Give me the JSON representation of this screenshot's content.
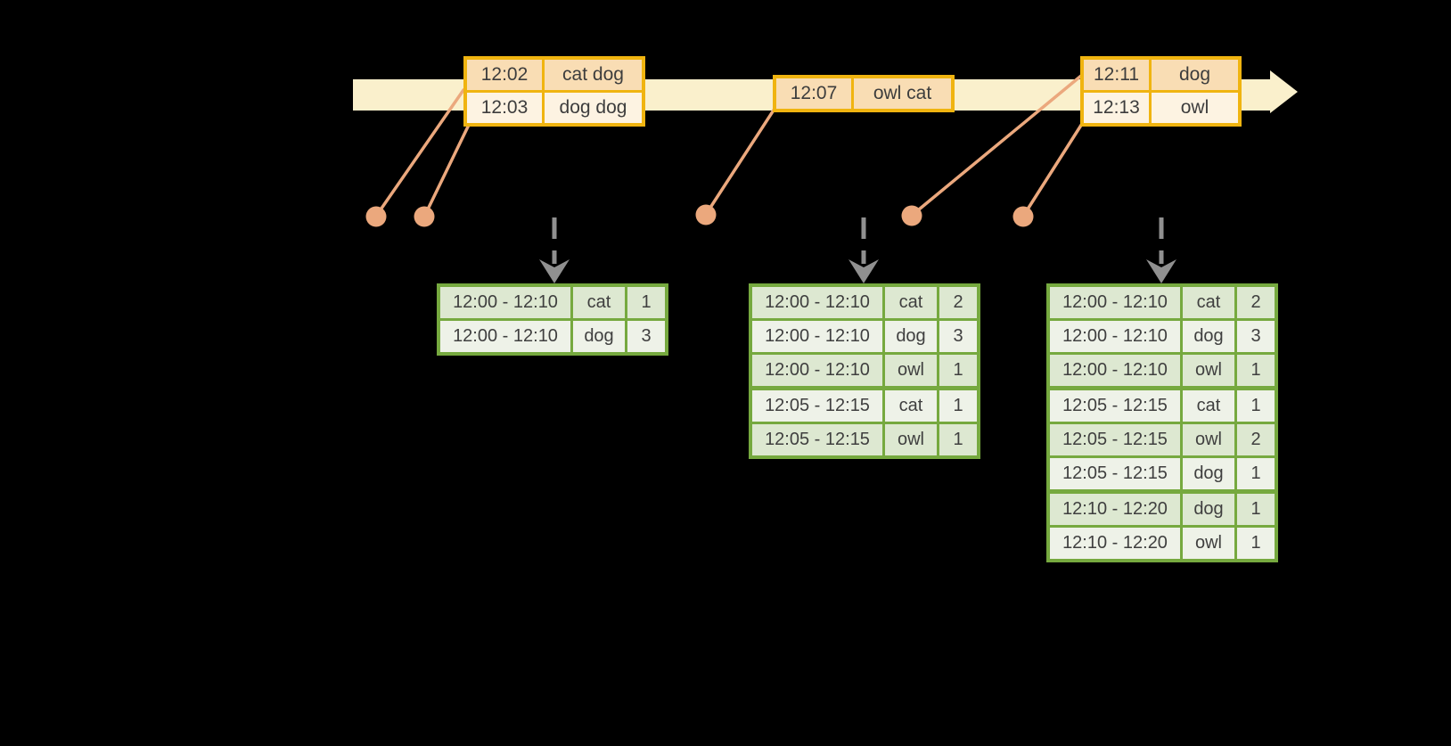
{
  "diagram": {
    "title": "windowed-grouped-aggregation-streaming-diagram",
    "background": "#000000"
  },
  "palette": {
    "timeline_band": "#faf0cc",
    "event_box_border": "#f0b410",
    "event_row_fill_dark": "#f9ddb4",
    "event_row_fill_light": "#fdf3e2",
    "connector_salmon": "#eba87d",
    "dashed_arrow_gray": "#909090",
    "table_border_green": "#76a93f",
    "table_row_fill_tinted": "#dde8d1",
    "table_row_fill_light": "#eef2e8",
    "text": "#3d3d3d"
  },
  "icons": {
    "timeline_arrowhead": "right-arrowhead",
    "event_dot": "filled-circle",
    "trigger_arrow": "dashed-down-arrow"
  },
  "timeline": {
    "events": [
      {
        "rows": [
          {
            "time": "12:02",
            "words": "cat dog"
          },
          {
            "time": "12:03",
            "words": "dog dog"
          }
        ]
      },
      {
        "rows": [
          {
            "time": "12:07",
            "words": "owl cat"
          }
        ]
      },
      {
        "rows": [
          {
            "time": "12:11",
            "words": "dog"
          },
          {
            "time": "12:13",
            "words": "owl"
          }
        ]
      }
    ]
  },
  "result_tables": [
    {
      "rows": [
        {
          "window": "12:00 - 12:10",
          "word": "cat",
          "count": "1"
        },
        {
          "window": "12:00 - 12:10",
          "word": "dog",
          "count": "3"
        }
      ]
    },
    {
      "rows": [
        {
          "window": "12:00 - 12:10",
          "word": "cat",
          "count": "2"
        },
        {
          "window": "12:00 - 12:10",
          "word": "dog",
          "count": "3"
        },
        {
          "window": "12:00 - 12:10",
          "word": "owl",
          "count": "1"
        },
        {
          "window": "12:05 - 12:15",
          "word": "cat",
          "count": "1"
        },
        {
          "window": "12:05 - 12:15",
          "word": "owl",
          "count": "1"
        }
      ]
    },
    {
      "rows": [
        {
          "window": "12:00 - 12:10",
          "word": "cat",
          "count": "2"
        },
        {
          "window": "12:00 - 12:10",
          "word": "dog",
          "count": "3"
        },
        {
          "window": "12:00 - 12:10",
          "word": "owl",
          "count": "1"
        },
        {
          "window": "12:05 - 12:15",
          "word": "cat",
          "count": "1"
        },
        {
          "window": "12:05 - 12:15",
          "word": "owl",
          "count": "2"
        },
        {
          "window": "12:05 - 12:15",
          "word": "dog",
          "count": "1"
        },
        {
          "window": "12:10 - 12:20",
          "word": "dog",
          "count": "1"
        },
        {
          "window": "12:10 - 12:20",
          "word": "owl",
          "count": "1"
        }
      ]
    }
  ]
}
